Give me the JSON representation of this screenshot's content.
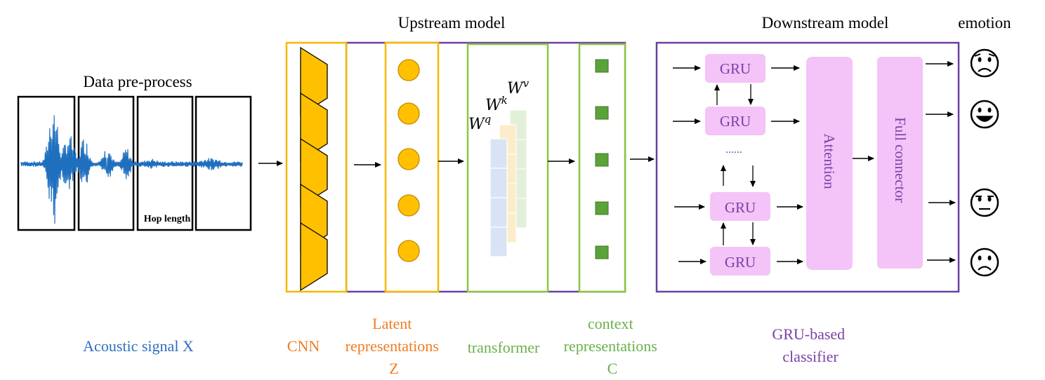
{
  "headers": {
    "upstream": "Upstream model",
    "downstream": "Downstream model",
    "emotion": "emotion",
    "preprocess": "Data pre-process"
  },
  "hop_length": "Hop length",
  "transformer_weights": {
    "q": "q",
    "k": "k",
    "v": "v",
    "base": "W"
  },
  "downstream": {
    "gru_label": "GRU",
    "ellipsis": "......",
    "attention": "Attention",
    "full_connector": "Full connector"
  },
  "bottom_labels": {
    "acoustic": "Acoustic signal X",
    "cnn": "CNN",
    "latent": [
      "Latent",
      "representations",
      "Z"
    ],
    "transformer": "transformer",
    "context": [
      "context",
      "representations",
      "C"
    ],
    "classifier": [
      "GRU-based",
      "classifier"
    ]
  },
  "emotions": [
    {
      "name": "sad-face-icon"
    },
    {
      "name": "happy-face-icon"
    },
    {
      "name": "neutral-face-icon"
    },
    {
      "name": "unhappy-face-icon"
    }
  ],
  "colors": {
    "purple_border": "#6b3fa0",
    "cnn_border": "#f5b800",
    "cnn_fill": "#ffc000",
    "transformer_border": "#8cc63f",
    "context_fill": "#5aa33a",
    "gru_fill": "#f4c3f7",
    "gru_text": "#7b3fa8",
    "wave": "#1f6fbf",
    "acoustic_text": "#2f6ec0",
    "orange_text": "#ef7d22",
    "green_text": "#6ab04c",
    "classifier_text": "#7b3fa8"
  }
}
